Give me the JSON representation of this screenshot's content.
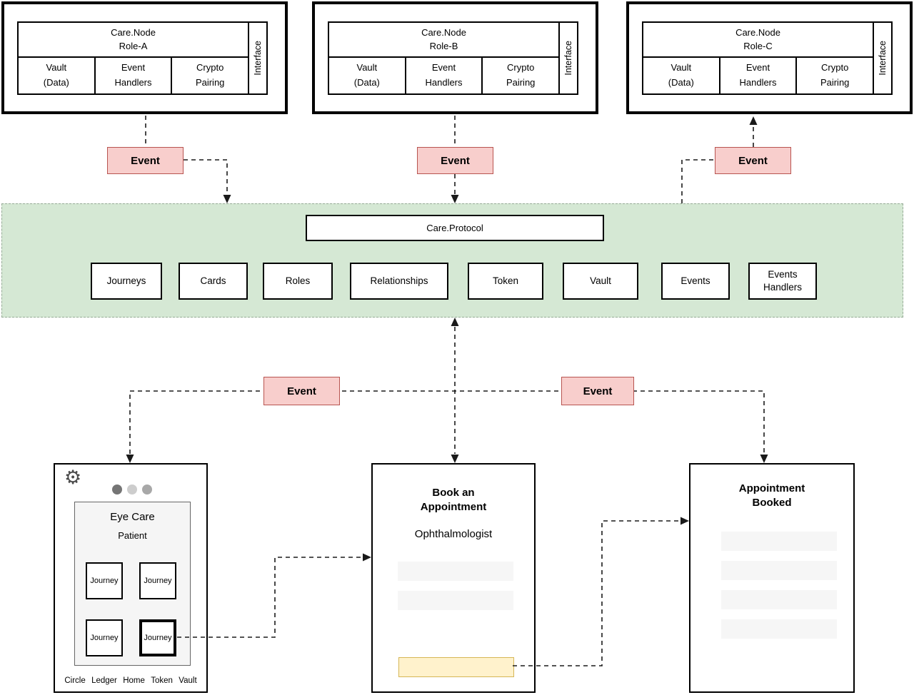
{
  "colors": {
    "event_fill": "#F8CECC",
    "event_border": "#B85450",
    "protocol_fill": "#D5E8D4",
    "protocol_border": "#96AB96",
    "highlight_fill": "#FFF2CC",
    "highlight_border": "#D6B656",
    "placeholder_fill": "#F6F6F6",
    "line_color": "#1A1A1A"
  },
  "icons": {
    "gear": "⚙"
  },
  "nodes": [
    {
      "title": "Care.Node",
      "role": "Role-A",
      "cells": [
        [
          "Vault",
          "(Data)"
        ],
        [
          "Event",
          "Handlers"
        ],
        [
          "Crypto",
          "Pairing"
        ]
      ],
      "side": "Interface"
    },
    {
      "title": "Care.Node",
      "role": "Role-B",
      "cells": [
        [
          "Vault",
          "(Data)"
        ],
        [
          "Event",
          "Handlers"
        ],
        [
          "Crypto",
          "Pairing"
        ]
      ],
      "side": "Interface"
    },
    {
      "title": "Care.Node",
      "role": "Role-C",
      "cells": [
        [
          "Vault",
          "(Data)"
        ],
        [
          "Event",
          "Handlers"
        ],
        [
          "Crypto",
          "Pairing"
        ]
      ],
      "side": "Interface"
    }
  ],
  "events": [
    "Event",
    "Event",
    "Event",
    "Event",
    "Event"
  ],
  "protocol": {
    "title": "Care.Protocol",
    "components": [
      "Journeys",
      "Cards",
      "Roles",
      "Relationships",
      "Token",
      "Vault",
      "Events",
      "Events Handlers"
    ]
  },
  "apps": {
    "patient": {
      "title": "Eye Care",
      "subtitle": "Patient",
      "journeys": [
        "Journey",
        "Journey",
        "Journey",
        "Journey"
      ],
      "nav": [
        "Circle",
        "Ledger",
        "Home",
        "Token",
        "Vault"
      ]
    },
    "booking": {
      "title": "Book an Appointment",
      "subtitle": "Ophthalmologist"
    },
    "booked": {
      "title": "Appointment Booked"
    }
  }
}
